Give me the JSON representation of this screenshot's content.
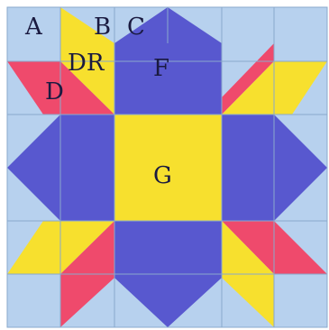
{
  "colors": {
    "background": "#b7d1ee",
    "gridline": "#8aa9cc",
    "blue": "#5858cf",
    "yellow": "#f7e02e",
    "pink": "#ef4a6c",
    "label": "#1a1a40"
  },
  "labels": {
    "A": "A",
    "B": "B",
    "C": "C",
    "DR": "DR",
    "D": "D",
    "F": "F",
    "G": "G"
  }
}
